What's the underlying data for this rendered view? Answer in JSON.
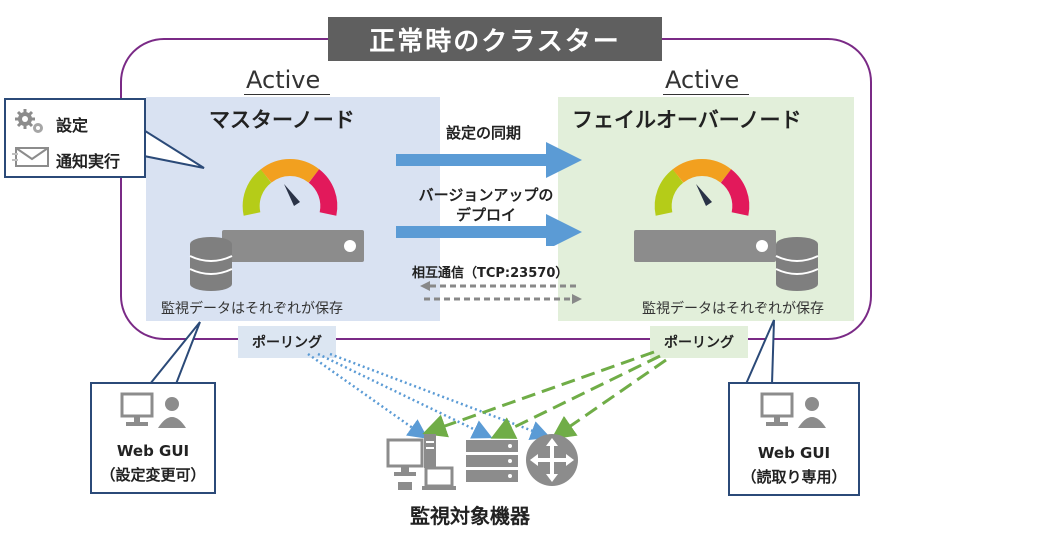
{
  "title": "正常時のクラスター",
  "left_node": {
    "active": "Active",
    "name": "マスターノード",
    "storage_note": "監視データはそれぞれが保存",
    "polling": "ポーリング"
  },
  "right_node": {
    "active": "Active",
    "name": "フェイルオーバーノード",
    "storage_note": "監視データはそれぞれが保存",
    "polling": "ポーリング"
  },
  "arrows": {
    "sync": "設定の同期",
    "deploy_line1": "バージョンアップの",
    "deploy_line2": "デプロイ",
    "mutual": "相互通信（TCP:23570）"
  },
  "callout_top": {
    "settings": "設定",
    "notify": "通知実行"
  },
  "callout_left": {
    "line1": "Web GUI",
    "line2": "（設定変更可）"
  },
  "callout_right": {
    "line1": "Web GUI",
    "line2": "（読取り専用）"
  },
  "targets_label": "監視対象機器",
  "colors": {
    "title_bg": "#5f5f5f",
    "cluster_border": "#7a2a86",
    "master_bg": "#d9e2f2",
    "failover_bg": "#e2efda",
    "arrow_blue": "#5b9bd5",
    "poll_blue": "#5b9bd5",
    "poll_green": "#70ad47",
    "callout_border": "#2b4a78"
  }
}
